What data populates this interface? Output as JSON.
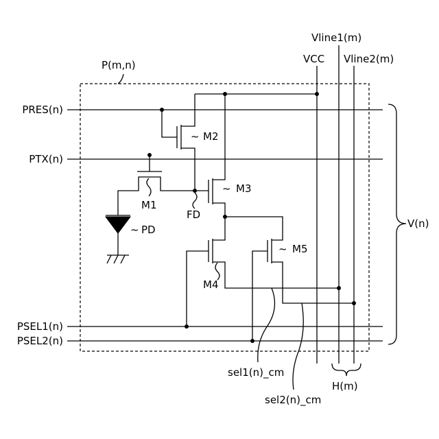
{
  "labels": {
    "pixel": "P(m,n)",
    "pres": "PRES(n)",
    "ptx": "PTX(n)",
    "psel1": "PSEL1(n)",
    "psel2": "PSEL2(n)",
    "vline1": "Vline1(m)",
    "vcc": "VCC",
    "vline2": "Vline2(m)",
    "m1": "M1",
    "m2": "M2",
    "m3": "M3",
    "m4": "M4",
    "m5": "M5",
    "pd": "PD",
    "fd": "FD",
    "v_group": "V(n)",
    "h_group": "H(m)",
    "sel1": "sel1(n)_cm",
    "sel2": "sel2(n)_cm",
    "tilde": "~"
  }
}
